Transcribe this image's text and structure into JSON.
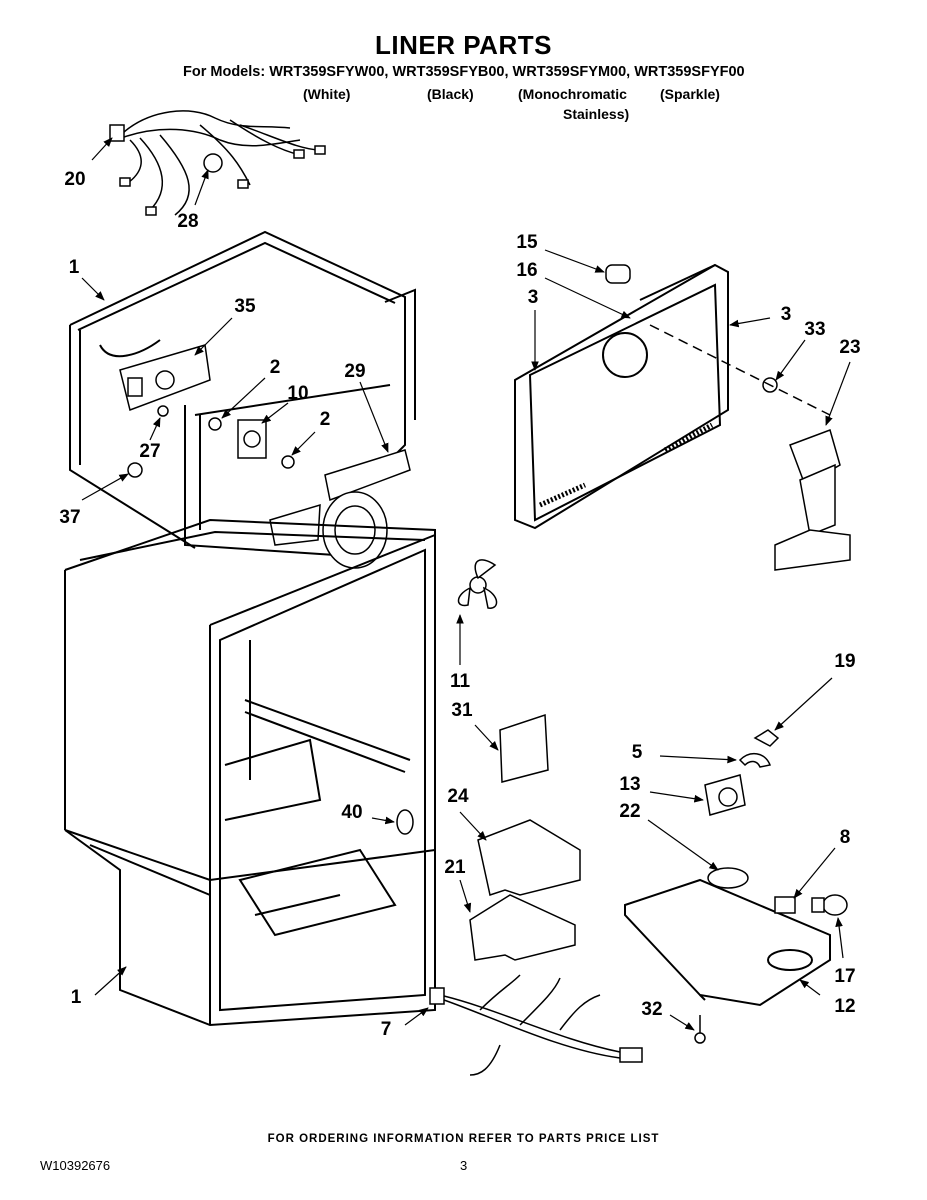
{
  "title": "LINER PARTS",
  "models_line": "For Models: WRT359SFYW00, WRT359SFYB00, WRT359SFYM00, WRT359SFYF00",
  "finishes": {
    "white": "(White)",
    "black": "(Black)",
    "mono_1": "(Monochromatic",
    "mono_2": "Stainless)",
    "sparkle": "(Sparkle)"
  },
  "callouts": [
    "20",
    "28",
    "1",
    "35",
    "2",
    "10",
    "2",
    "29",
    "27",
    "37",
    "15",
    "16",
    "3",
    "3",
    "33",
    "23",
    "11",
    "31",
    "19",
    "5",
    "13",
    "22",
    "40",
    "24",
    "8",
    "21",
    "17",
    "1",
    "12",
    "7",
    "32"
  ],
  "footer": "FOR ORDERING INFORMATION REFER TO PARTS PRICE LIST",
  "doc_id": "W10392676",
  "page": "3"
}
